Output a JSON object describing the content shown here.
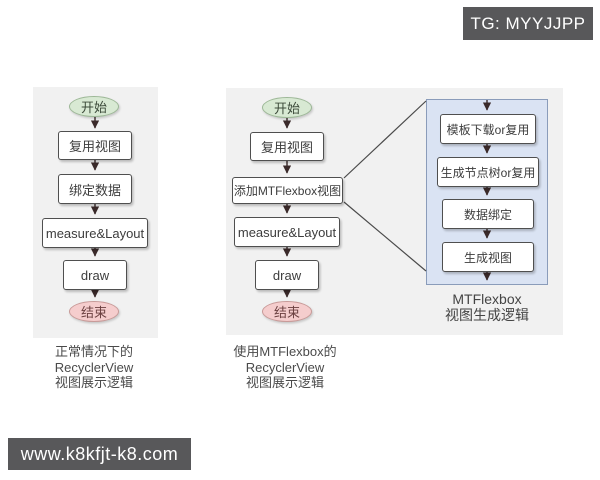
{
  "watermarks": {
    "top_right": "TG: MYYJJPP",
    "bottom_left": "www.k8kfjt-k8.com"
  },
  "left_flow": {
    "nodes": [
      {
        "label": "开始",
        "type": "start"
      },
      {
        "label": "复用视图",
        "type": "process"
      },
      {
        "label": "绑定数据",
        "type": "process"
      },
      {
        "label": "measure&Layout",
        "type": "process"
      },
      {
        "label": "draw",
        "type": "process"
      },
      {
        "label": "结束",
        "type": "end"
      }
    ],
    "caption": [
      "正常情况下的",
      "RecyclerView",
      "视图展示逻辑"
    ]
  },
  "middle_flow": {
    "nodes": [
      {
        "label": "开始",
        "type": "start"
      },
      {
        "label": "复用视图",
        "type": "process"
      },
      {
        "label": "添加MTFlexbox视图",
        "type": "process"
      },
      {
        "label": "measure&Layout",
        "type": "process"
      },
      {
        "label": "draw",
        "type": "process"
      },
      {
        "label": "结束",
        "type": "end"
      }
    ],
    "caption": [
      "使用MTFlexbox的",
      "RecyclerView",
      "视图展示逻辑"
    ]
  },
  "flexbox_panel": {
    "nodes": [
      {
        "label": "模板下载or复用"
      },
      {
        "label": "生成节点树or复用"
      },
      {
        "label": "数据绑定"
      },
      {
        "label": "生成视图"
      }
    ],
    "caption": [
      "MTFlexbox",
      "视图生成逻辑"
    ]
  },
  "colors": {
    "page_background": "#ffffff",
    "panel_gray": "#f1f1f1",
    "panel_blue_fill": "#dae3f3",
    "panel_blue_border": "#8a9cba",
    "node_fill": "#ffffff",
    "node_border": "#4f4f4f",
    "start_fill": "#d8e9d3",
    "start_border": "#9db897",
    "end_fill": "#f5cdcd",
    "end_border": "#c89a98",
    "arrow": "#3a2a2a",
    "badge_background": "#58585a",
    "badge_text": "#ffffff"
  }
}
